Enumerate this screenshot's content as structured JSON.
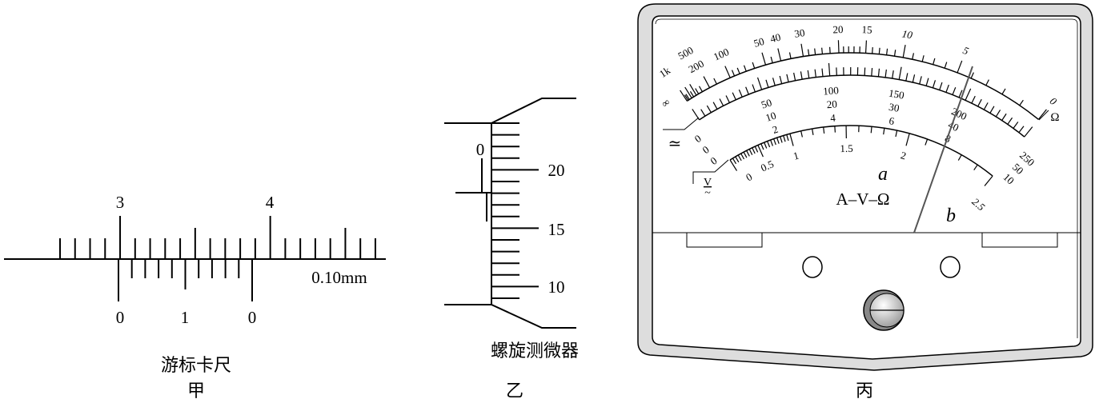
{
  "vernier": {
    "main_labels": [
      "3",
      "4"
    ],
    "vernier_labels": [
      "0",
      "1",
      "0"
    ],
    "precision": "0.10mm",
    "caption": "游标卡尺",
    "figure_label": "甲"
  },
  "micrometer": {
    "sleeve_label": "0",
    "thimble_labels": [
      "20",
      "15",
      "10"
    ],
    "caption": "螺旋测微器",
    "figure_label": "乙"
  },
  "multimeter": {
    "ohm_scale": {
      "labels": [
        {
          "text": "0",
          "value": 0
        },
        {
          "text": "5",
          "value": 5
        },
        {
          "text": "10",
          "value": 10
        },
        {
          "text": "15",
          "value": 15
        },
        {
          "text": "20",
          "value": 20
        },
        {
          "text": "30",
          "value": 30
        },
        {
          "text": "40",
          "value": 40
        },
        {
          "text": "50",
          "value": 50
        },
        {
          "text": "100",
          "value": 100
        },
        {
          "text": "200",
          "value": 200
        },
        {
          "text": "500",
          "value": 500
        },
        {
          "text": "1k",
          "value": 1000
        },
        {
          "text": "∞",
          "value": -1
        }
      ],
      "unit": "Ω"
    },
    "dc_scale_rows": [
      [
        "0",
        "50",
        "100",
        "150",
        "200",
        "250"
      ],
      [
        "0",
        "10",
        "20",
        "30",
        "40",
        "50"
      ],
      [
        "0",
        "2",
        "4",
        "6",
        "8",
        "10"
      ]
    ],
    "ac_scale": {
      "labels": [
        {
          "text": "0",
          "value": 0
        },
        {
          "text": "0.5",
          "value": 0.5
        },
        {
          "text": "1",
          "value": 1
        },
        {
          "text": "1.5",
          "value": 1.5
        },
        {
          "text": "2",
          "value": 2
        },
        {
          "text": "2.5",
          "value": 2.5
        }
      ]
    },
    "dc_symbol": "≃",
    "ac_symbol_v": "V",
    "ac_symbol_wave": "~",
    "marker_a": "a",
    "marker_b": "b",
    "title": "A–V–Ω",
    "figure_label": "丙"
  }
}
